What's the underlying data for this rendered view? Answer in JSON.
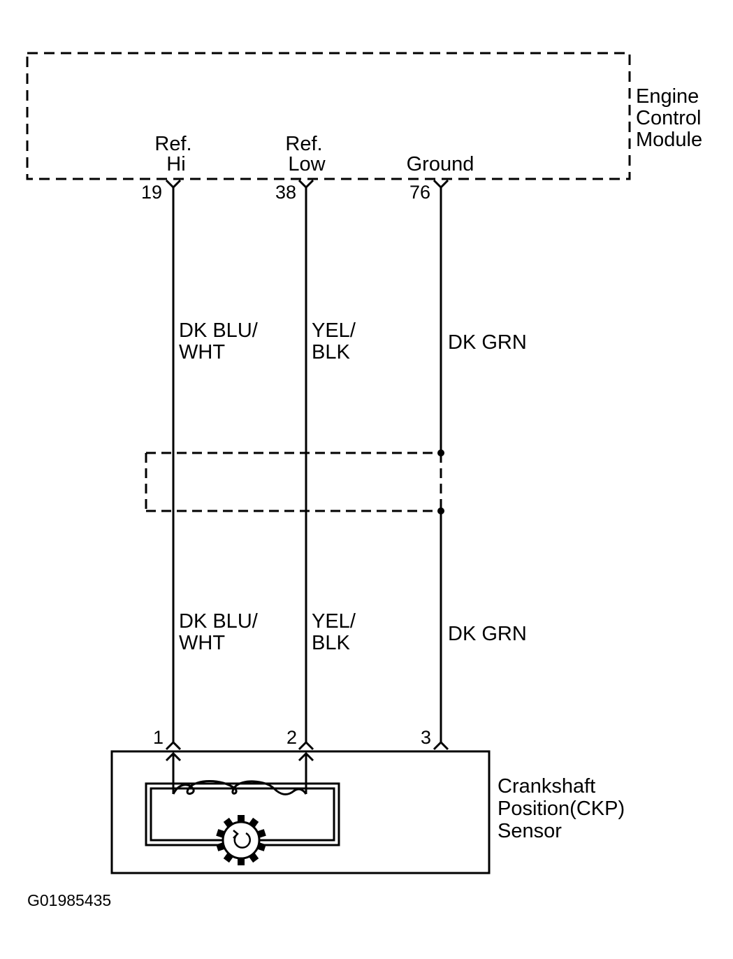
{
  "ecm": {
    "label_lines": [
      "Engine",
      "Control",
      "Module"
    ],
    "terminals": [
      {
        "name_lines": [
          "Ref.",
          "Hi"
        ],
        "pin": "19"
      },
      {
        "name_lines": [
          "Ref.",
          "Low"
        ],
        "pin": "38"
      },
      {
        "name_lines": [
          "",
          "Ground"
        ],
        "pin": "76"
      }
    ]
  },
  "wires": [
    {
      "upper_color_lines": [
        "DK BLU/",
        "WHT"
      ],
      "lower_color_lines": [
        "DK BLU/",
        "WHT"
      ]
    },
    {
      "upper_color_lines": [
        "YEL/",
        "BLK"
      ],
      "lower_color_lines": [
        "YEL/",
        "BLK"
      ]
    },
    {
      "upper_color_lines": [
        "DK GRN"
      ],
      "lower_color_lines": [
        "DK GRN"
      ]
    }
  ],
  "sensor": {
    "label_lines": [
      "Crankshaft",
      "Position(CKP)",
      "Sensor"
    ],
    "pins": [
      "1",
      "2",
      "3"
    ]
  },
  "figure_id": "G01985435"
}
